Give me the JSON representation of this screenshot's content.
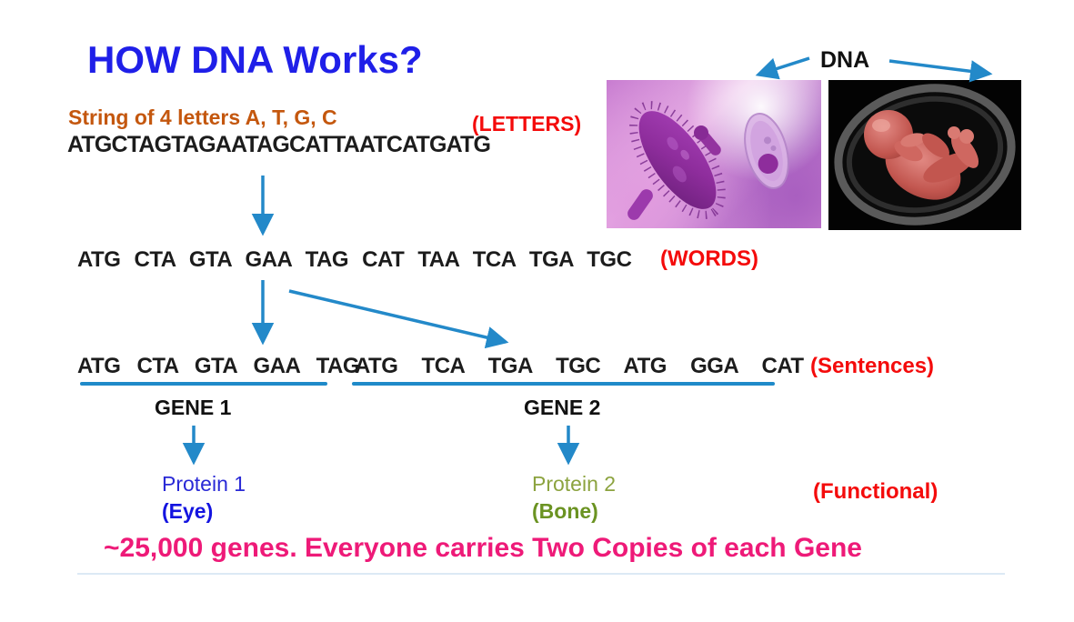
{
  "title": "HOW DNA Works?",
  "letters_section": {
    "heading": "String of 4 letters A, T, G, C",
    "sequence": "ATGCTAGTAGAATAGCATTAATCATGATG",
    "label": "(LETTERS)"
  },
  "words_section": {
    "codons": [
      "ATG",
      "CTA",
      "GTA",
      "GAA",
      "TAG",
      "CAT",
      "TAA",
      "TCA",
      "TGA",
      "TGC"
    ],
    "label": "(WORDS)"
  },
  "sentences_section": {
    "gene1_codons": [
      "ATG",
      "CTA",
      "GTA",
      "GAA",
      "TAG"
    ],
    "gene2_codons": [
      "ATG",
      "TCA",
      "TGA",
      "TGC",
      "ATG",
      "GGA",
      "CAT"
    ],
    "label": "(Sentences)",
    "gene1_label": "GENE 1",
    "gene2_label": "GENE 2"
  },
  "proteins": {
    "protein1": "Protein 1",
    "protein1_sub": "(Eye)",
    "protein2": "Protein 2",
    "protein2_sub": "(Bone)",
    "label": "(Functional)"
  },
  "footer": "~25,000 genes. Everyone carries Two Copies of each Gene",
  "dna_pointer": {
    "label": "DNA"
  },
  "images": {
    "bacteria": "bacteria-microbes-illustration",
    "fetus": "fetus-in-womb-illustration"
  },
  "colors": {
    "title_blue": "#1f1fe8",
    "heading_orange": "#c4570e",
    "label_red": "#f40b0b",
    "arrow_blue": "#2389c9",
    "underline_blue": "#1f8ac9",
    "protein1_blue": "#2929d6",
    "protein2_green": "#8ca33f",
    "footer_pink": "#ee1a78"
  }
}
